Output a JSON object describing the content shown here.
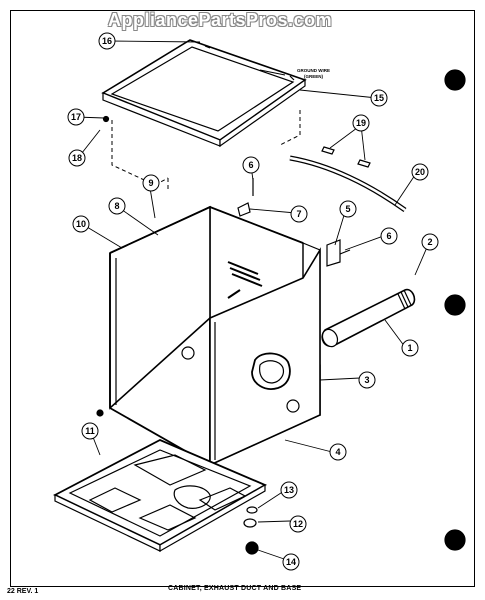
{
  "watermark": "AppliancePartsPros.com",
  "callouts": [
    "1",
    "2",
    "3",
    "4",
    "5",
    "6",
    "6",
    "7",
    "8",
    "9",
    "10",
    "11",
    "12",
    "13",
    "14",
    "15",
    "16",
    "17",
    "18",
    "19",
    "20"
  ],
  "grounding_wire": [
    "GROUND WIRE",
    "(GREEN)"
  ],
  "footer": {
    "revision": "22 REV. 1",
    "title": "CABINET, EXHAUST DUCT AND BASE"
  },
  "colors": {
    "line": "#000000",
    "background": "#ffffff"
  }
}
